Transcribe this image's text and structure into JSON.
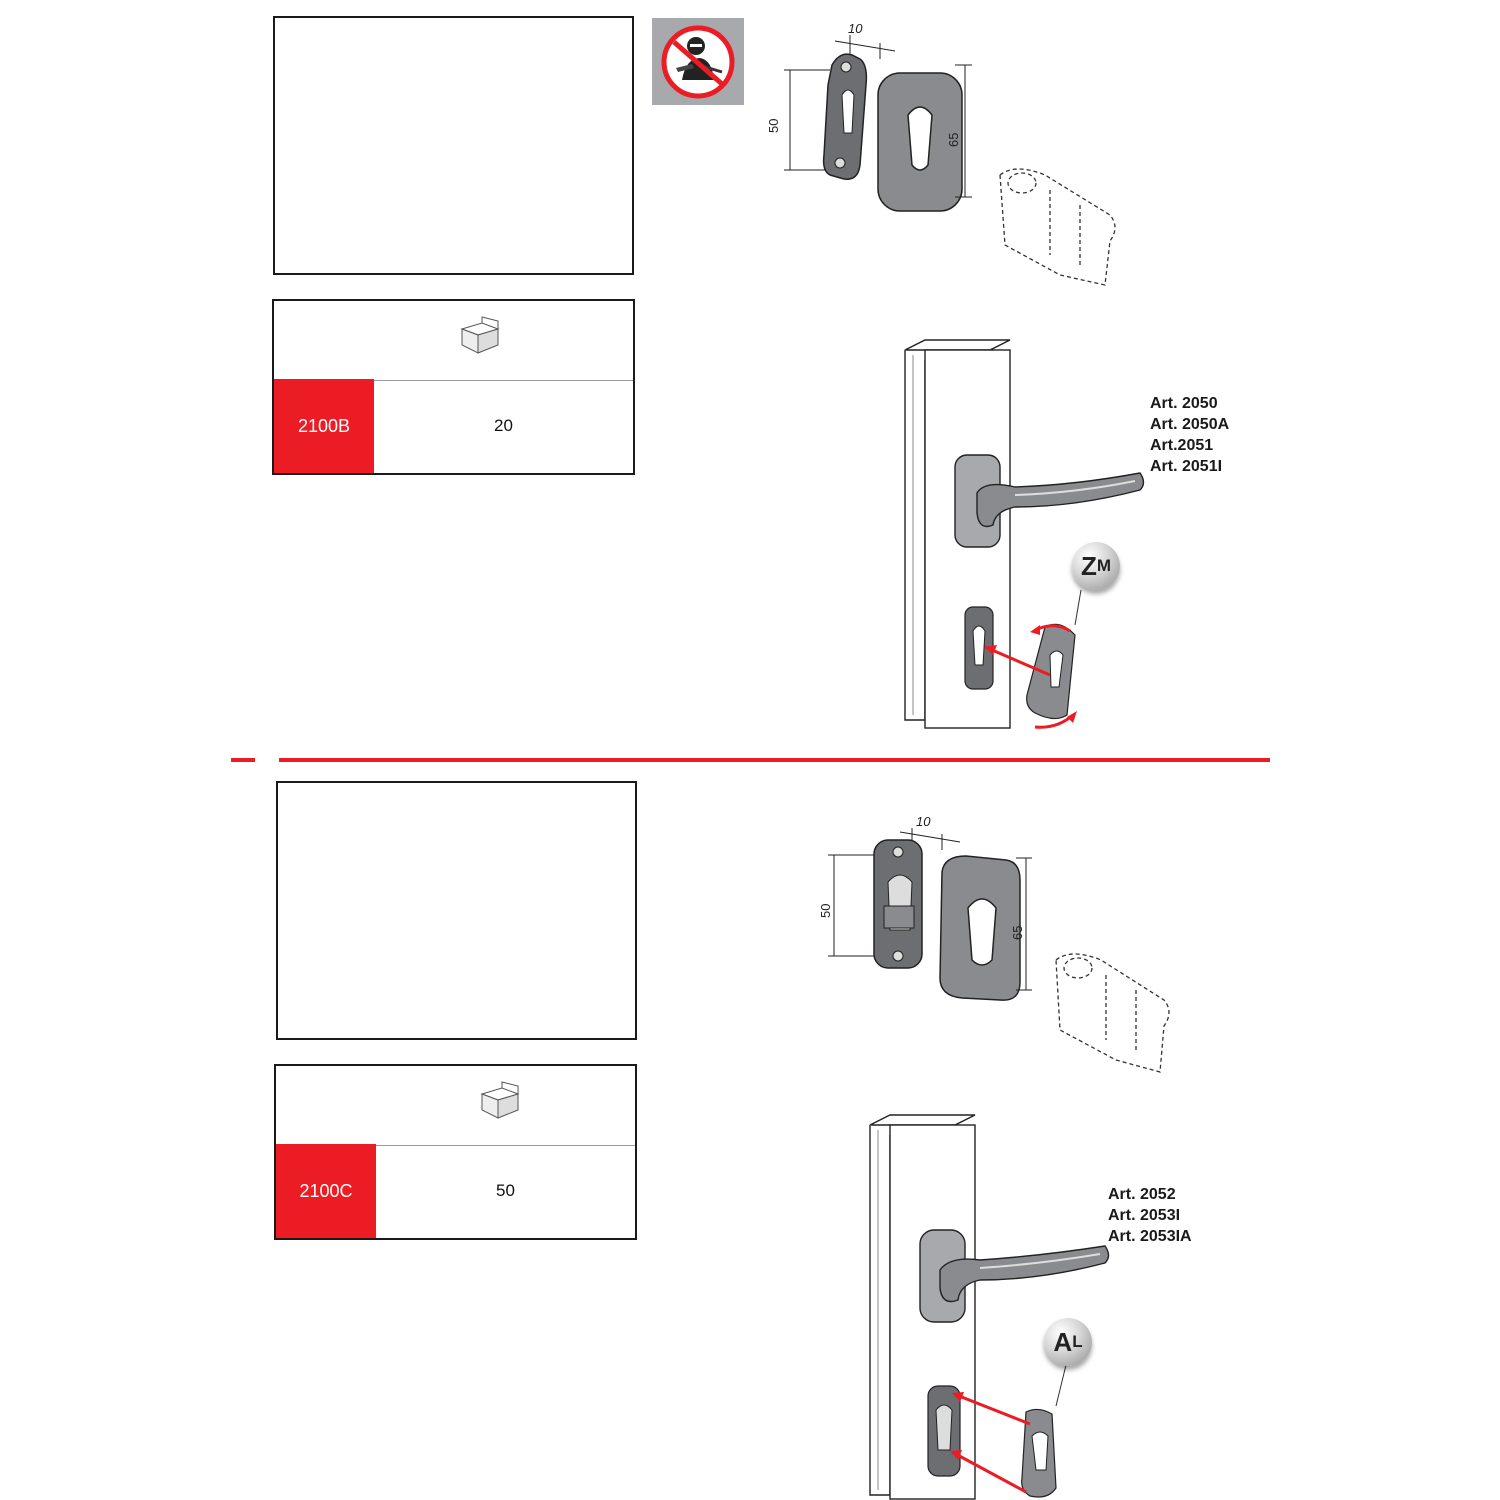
{
  "section_1": {
    "pack": {
      "code": "2100B",
      "quantity": "20"
    },
    "dims": {
      "width": "10",
      "plate_height": "50",
      "cover_height": "65"
    },
    "articles": [
      "Art. 2050",
      "Art. 2050A",
      "Art.2051",
      "Art. 2051I"
    ],
    "material_badge": "ZM",
    "badge_parts": [
      "Z",
      "M"
    ]
  },
  "section_2": {
    "pack": {
      "code": "2100C",
      "quantity": "50"
    },
    "dims": {
      "width": "10",
      "plate_height": "50",
      "cover_height": "65"
    },
    "articles": [
      "Art. 2052",
      "Art. 2053I",
      "Art. 2053IA"
    ],
    "material_badge": "AL",
    "badge_parts": [
      "A",
      "L"
    ]
  },
  "colors": {
    "accent": "#ec1c24",
    "outline": "#1a1a1a",
    "icon_bg": "#a7a9ac"
  },
  "icons": [
    "anti-burglar-icon",
    "box-icon",
    "arrow-icon",
    "rotate-arrow-icon"
  ]
}
